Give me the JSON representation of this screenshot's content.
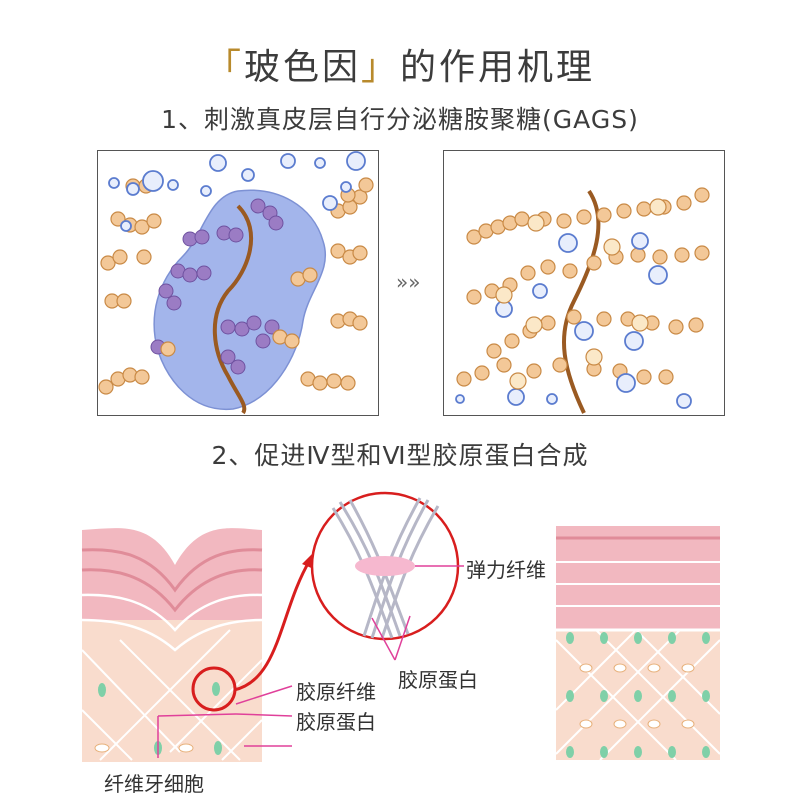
{
  "title": {
    "open_bracket": "「",
    "product": "玻色因",
    "close_bracket": "」",
    "rest": "的作用机理"
  },
  "steps": [
    {
      "text": "1、刺激真皮层自行分泌糖胺聚糖(GAGS)"
    },
    {
      "text": "2、促进Ⅳ型和Ⅵ型胶原蛋白合成"
    }
  ],
  "transition_arrow": "»»",
  "labels": {
    "elastic_fiber": "弹力纤维",
    "collagen_in_zoom": "胶原蛋白",
    "collagen_fiber": "胶原纤维",
    "collagen": "胶原蛋白",
    "fibroblast": "纤维牙细胞"
  },
  "colors": {
    "collagen_bead": "#f3c898",
    "bead_stroke": "#c98a46",
    "gag_strand": "#9a5a22",
    "blob": "#9aaee9",
    "bubble": "#6f8fdd",
    "purple_cell": "#9b7cc4",
    "pink_layer": "#f2b8c0",
    "dermis": "#f9dccd",
    "highlight_red": "#d81e1e",
    "callout_magenta": "#e0409a",
    "fibroblast_green": "#7fd0a8"
  }
}
